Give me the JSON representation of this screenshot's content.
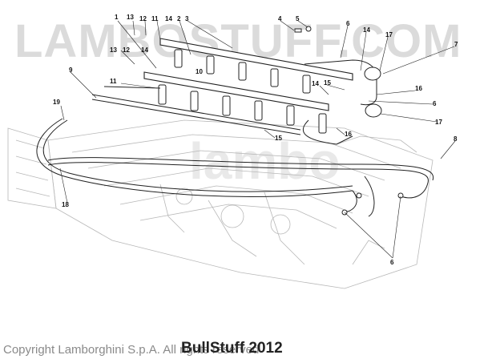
{
  "watermarks": {
    "top": "LAMBOSTUFF.COM",
    "middle": "lambo"
  },
  "footer": {
    "copyright": "Copyright Lamborghini S.p.A. All rights reserved",
    "brand": "BullStuff 2012"
  },
  "callouts": [
    {
      "id": "c1",
      "label": "1"
    },
    {
      "id": "c13a",
      "label": "13"
    },
    {
      "id": "c12a",
      "label": "12"
    },
    {
      "id": "c11a",
      "label": "11"
    },
    {
      "id": "c14a",
      "label": "14"
    },
    {
      "id": "c2",
      "label": "2"
    },
    {
      "id": "c3",
      "label": "3"
    },
    {
      "id": "c4",
      "label": "4"
    },
    {
      "id": "c5",
      "label": "5"
    },
    {
      "id": "c6a",
      "label": "6"
    },
    {
      "id": "c14b",
      "label": "14"
    },
    {
      "id": "c17a",
      "label": "17"
    },
    {
      "id": "c7",
      "label": "7"
    },
    {
      "id": "c13b",
      "label": "13"
    },
    {
      "id": "c12b",
      "label": "12"
    },
    {
      "id": "c14c",
      "label": "14"
    },
    {
      "id": "c10",
      "label": "10"
    },
    {
      "id": "c9",
      "label": "9"
    },
    {
      "id": "c11b",
      "label": "11"
    },
    {
      "id": "c19",
      "label": "19"
    },
    {
      "id": "c14d",
      "label": "14"
    },
    {
      "id": "c15a",
      "label": "15"
    },
    {
      "id": "c16a",
      "label": "16"
    },
    {
      "id": "c6b",
      "label": "6"
    },
    {
      "id": "c17b",
      "label": "17"
    },
    {
      "id": "c16b",
      "label": "16"
    },
    {
      "id": "c15b",
      "label": "15"
    },
    {
      "id": "c8",
      "label": "8"
    },
    {
      "id": "c18",
      "label": "18"
    },
    {
      "id": "c6c",
      "label": "6"
    }
  ]
}
